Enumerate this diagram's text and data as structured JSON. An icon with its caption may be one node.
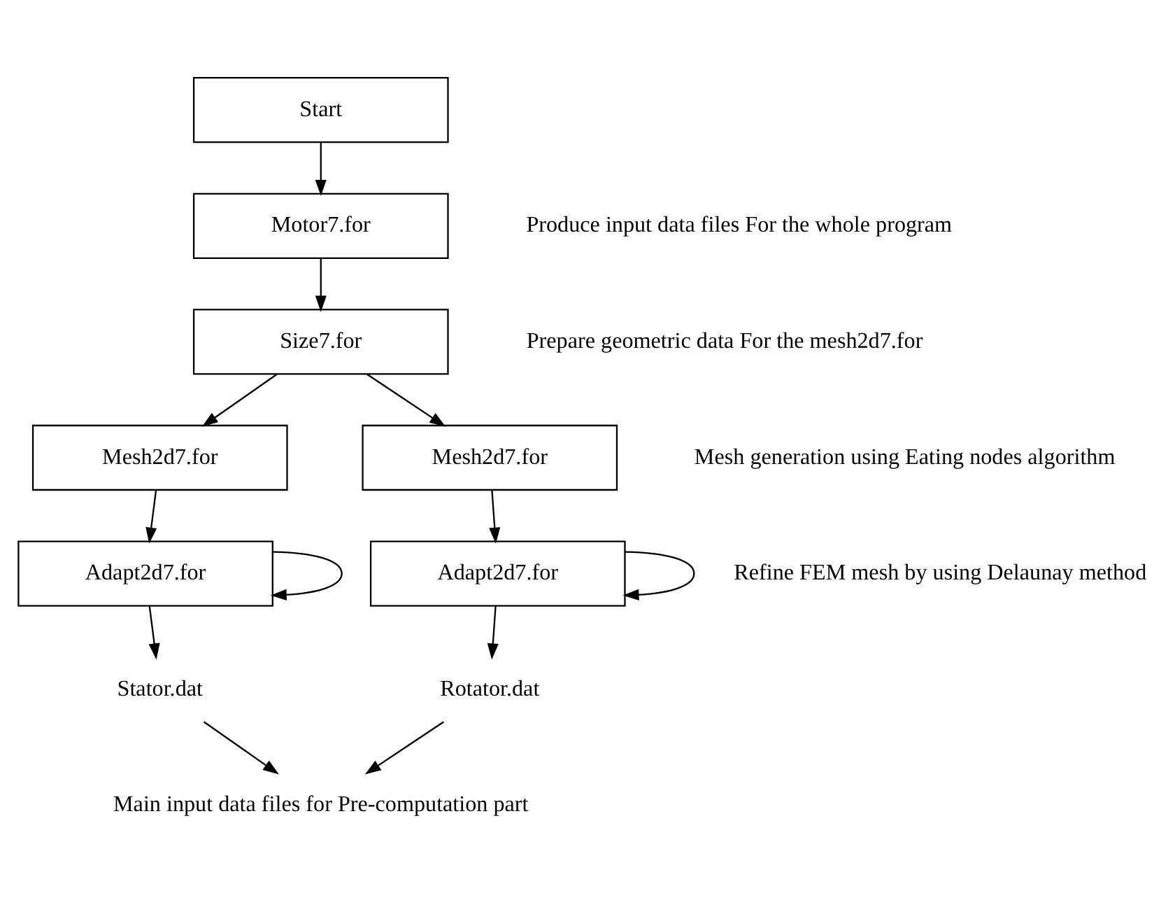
{
  "diagram": {
    "nodes": [
      {
        "text": [
          "Start"
        ]
      },
      {
        "text": [
          "Motor7.for"
        ]
      },
      {
        "text": [
          "Size7.for"
        ]
      },
      {
        "text": [
          "Mesh2d7.for"
        ]
      },
      {
        "text": [
          "Mesh2d7.for"
        ]
      },
      {
        "text": [
          "Adapt2d7.for"
        ]
      },
      {
        "text": [
          "Adapt2d7.for"
        ]
      },
      {
        "text": [
          "Stator.dat"
        ]
      },
      {
        "text": [
          "Rotator.dat"
        ]
      },
      {
        "text": [
          "Main input data files for Pre-computation part"
        ]
      }
    ],
    "edges": [
      {
        "from": 0,
        "to": 1,
        "arrow": "to"
      },
      {
        "from": 1,
        "to": 2,
        "arrow": "to"
      },
      {
        "from": 2,
        "to": 3,
        "arrow": "to"
      },
      {
        "from": 2,
        "to": 4,
        "arrow": "to"
      },
      {
        "from": 3,
        "to": 5,
        "arrow": "to"
      },
      {
        "from": 4,
        "to": 6,
        "arrow": "to"
      },
      {
        "from": 5,
        "to": 7,
        "arrow": "to"
      },
      {
        "from": 5,
        "to": 5,
        "arrow": "to"
      },
      {
        "from": 6,
        "to": 8,
        "arrow": "to"
      },
      {
        "from": 6,
        "to": 6,
        "arrow": "to"
      },
      {
        "from": 7,
        "to": 9,
        "arrow": "to"
      },
      {
        "from": 8,
        "to": 9,
        "arrow": "to"
      }
    ],
    "labels": [
      "Produce input data files For the whole program",
      "Prepare geometric data For the mesh2d7.for",
      "Mesh generation using Eating nodes algorithm",
      "Refine FEM mesh by using Delaunay method"
    ]
  }
}
